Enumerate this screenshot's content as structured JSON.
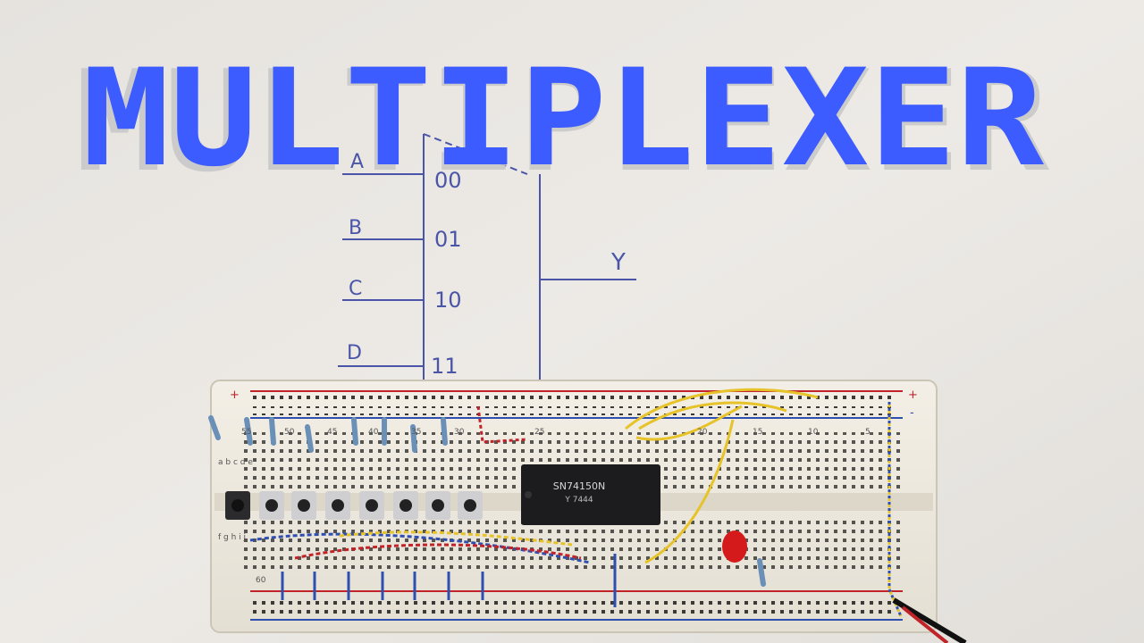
{
  "title": {
    "text": "MULTIPLEXER",
    "color": "#3d5cff",
    "shadow": "#c9c9c9"
  },
  "diagram": {
    "inputs": [
      "A",
      "B",
      "C",
      "D"
    ],
    "selects": [
      "00",
      "01",
      "10",
      "11"
    ],
    "output": "Y",
    "ink_color": "#4a55a8"
  },
  "breadboard": {
    "chip_label": "SN74150N",
    "chip_sublabel": "Y 7444",
    "row_letters_top": "a b c d e",
    "row_letters_bottom": "f g h i j",
    "column_numbers": [
      "55",
      "50",
      "45",
      "40",
      "35",
      "30",
      "25",
      "20",
      "15",
      "10",
      "5",
      "60"
    ],
    "plus": "+",
    "minus": "-",
    "led_color": "#d41a1a",
    "wire_yellow": "#e7c32a",
    "wire_blue": "#2f4fb0",
    "wire_red": "#c0242a",
    "button_count": 8,
    "resistor_count": 8
  }
}
